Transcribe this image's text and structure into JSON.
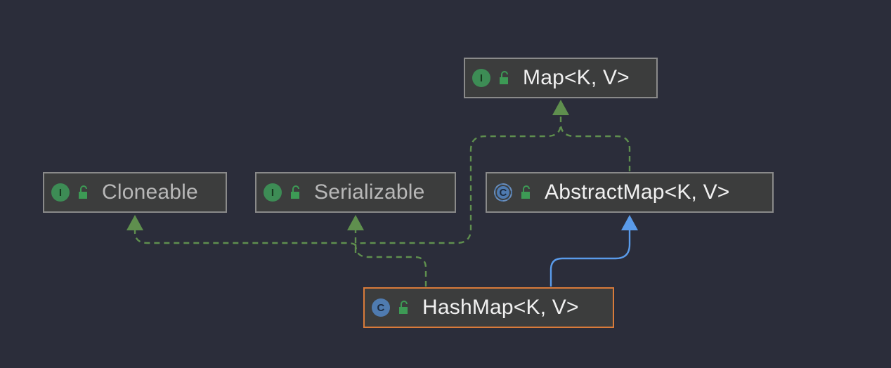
{
  "diagram": {
    "nodes": [
      {
        "id": "map",
        "label": "Map<K, V>",
        "kind": "interface",
        "badge": "I"
      },
      {
        "id": "cloneable",
        "label": "Cloneable",
        "kind": "interface",
        "badge": "I"
      },
      {
        "id": "serializable",
        "label": "Serializable",
        "kind": "interface",
        "badge": "I"
      },
      {
        "id": "abstractmap",
        "label": "AbstractMap<K, V>",
        "kind": "abstract-class",
        "badge": "C"
      },
      {
        "id": "hashmap",
        "label": "HashMap<K, V>",
        "kind": "class",
        "badge": "C",
        "selected": true
      }
    ],
    "edges": [
      {
        "from": "abstractmap",
        "to": "map",
        "type": "implements"
      },
      {
        "from": "hashmap",
        "to": "map",
        "type": "implements"
      },
      {
        "from": "hashmap",
        "to": "cloneable",
        "type": "implements"
      },
      {
        "from": "hashmap",
        "to": "serializable",
        "type": "implements"
      },
      {
        "from": "hashmap",
        "to": "abstractmap",
        "type": "extends"
      }
    ],
    "colors": {
      "background": "#2b2d3a",
      "implements_edge": "#5f8f4e",
      "extends_edge": "#5a9bea",
      "selected_border": "#d97b3a",
      "node_border": "#8a8a8a",
      "interface_badge": "#3d8c55",
      "class_badge": "#4f7bb0"
    },
    "icons": {
      "interface": "interface-i-icon",
      "class": "class-c-icon",
      "visibility": "public-unlocked-icon"
    }
  }
}
